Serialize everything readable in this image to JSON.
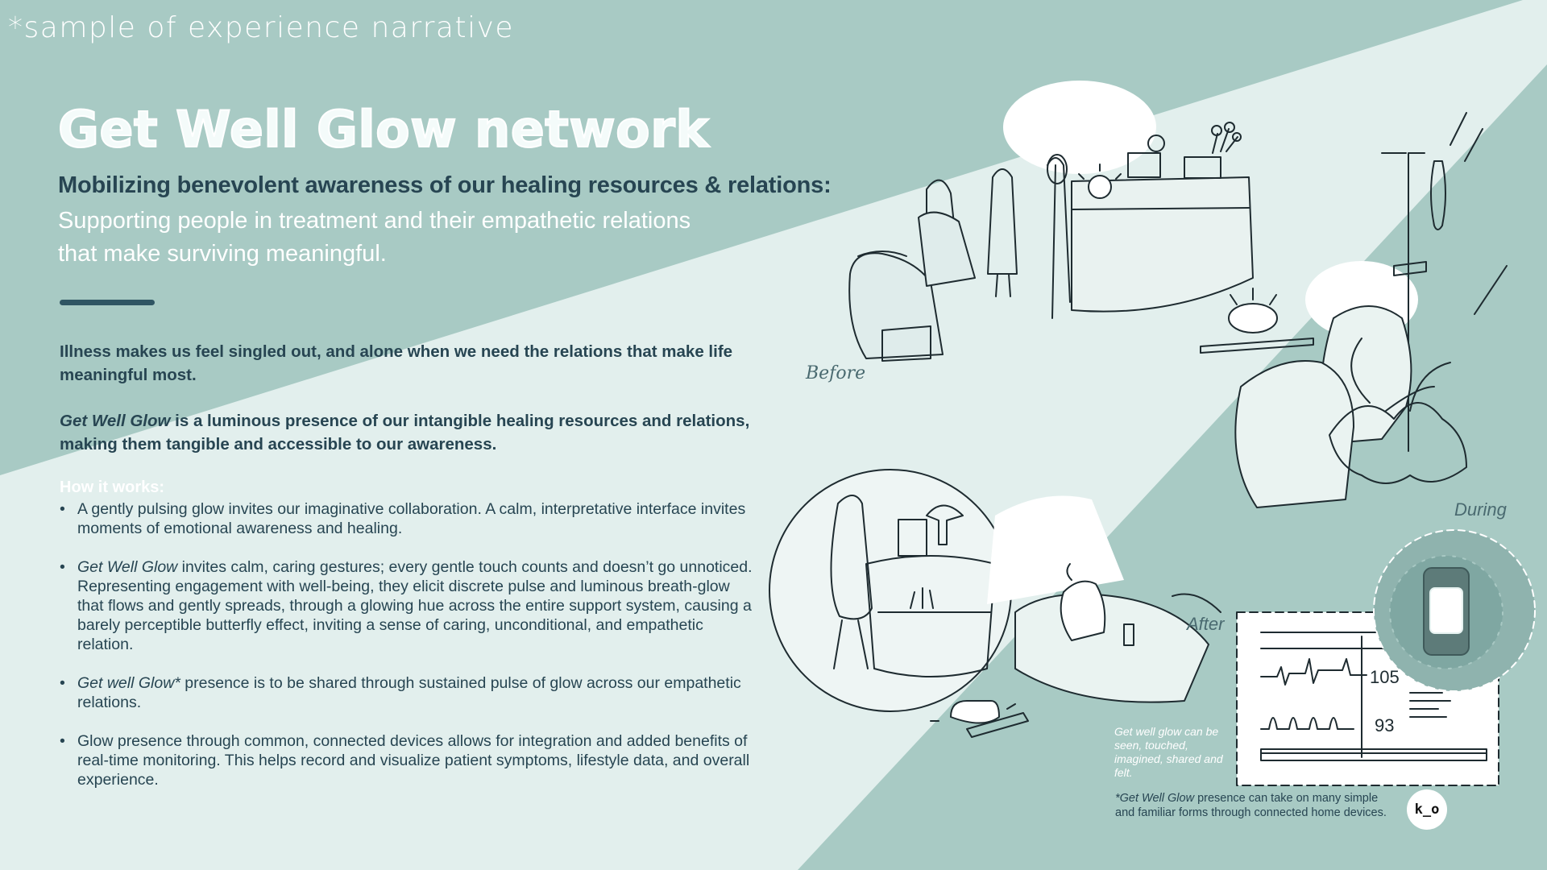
{
  "header": {
    "sample_note": "*sample of experience narrative",
    "title": "Get Well Glow network",
    "subtitle": "Mobilizing benevolent awareness of our healing resources & relations:",
    "support_line1": "Supporting people in treatment and their empathetic relations",
    "support_line2": "that make surviving meaningful."
  },
  "body": {
    "paragraph1": "Illness makes us feel singled out, and alone when we need the relations that make life meaningful most.",
    "paragraph2_lead": "Get Well Glow",
    "paragraph2_rest": " is a luminous presence of our intangible healing resources and relations, making them tangible and accessible to our awareness.",
    "how_heading": "How it works:",
    "bullets": [
      {
        "lead": "",
        "text": "A gently pulsing glow invites our imaginative collaboration. A calm, interpretative interface invites moments of emotional awareness and healing."
      },
      {
        "lead": "Get Well Glow",
        "text": " invites calm, caring gestures; every gentle touch counts and doesn’t go unnoticed. Representing engagement with well-being, they elicit discrete pulse and luminous breath-glow that flows and gently spreads, through a glowing hue across the entire support system, causing a barely perceptible butterfly effect, inviting a sense of caring, unconditional, and empathetic relation."
      },
      {
        "lead": "Get well Glow*",
        "text": " presence is to be shared through sustained pulse of glow across our empathetic relations."
      },
      {
        "lead": "",
        "text": "Glow presence through common, connected devices allows for integration and added benefits of real-time monitoring. This helps record and visualize patient symptoms, lifestyle data, and overall experience."
      }
    ]
  },
  "illustration": {
    "label_before": "Before",
    "label_during": "During",
    "label_after": "After",
    "monitor_value_top": "105",
    "monitor_value_bottom": "93",
    "glow_note": "Get well glow can be seen, touched, imagined, shared and felt.",
    "forms_note_lead": "*Get Well Glow",
    "forms_note_rest": " presence can take on many simple and familiar forms through connected home devices.",
    "logo_text": "k_o"
  },
  "colors": {
    "background_teal": "#a8cac4",
    "light_band": "#e2efed",
    "dark_text": "#274552",
    "white": "#ffffff"
  }
}
